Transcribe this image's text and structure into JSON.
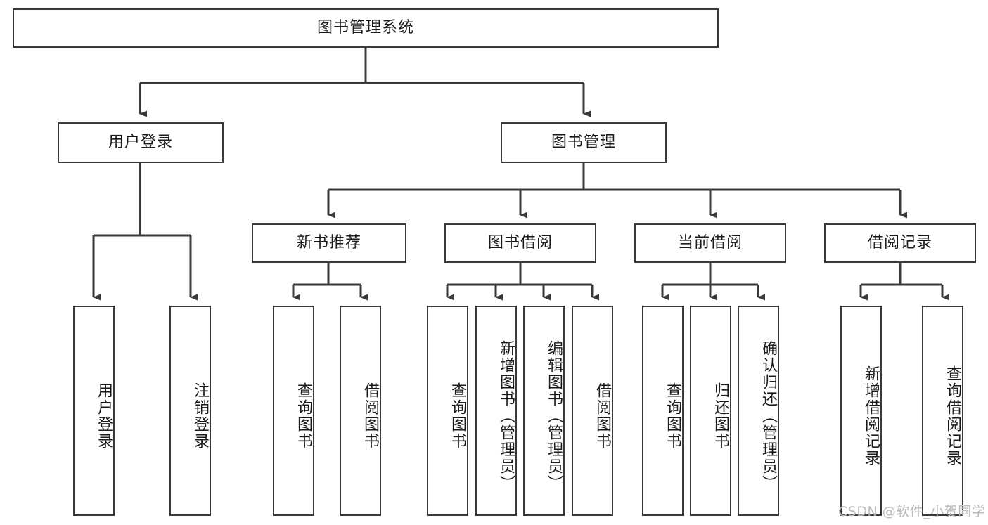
{
  "diagram": {
    "title": "图书管理系统",
    "watermark": "CSDN @软件_小贺同学",
    "root": {
      "label": "图书管理系统"
    },
    "level1": [
      {
        "label": "用户登录"
      },
      {
        "label": "图书管理"
      }
    ],
    "level2": [
      {
        "label": "新书推荐"
      },
      {
        "label": "图书借阅"
      },
      {
        "label": "当前借阅"
      },
      {
        "label": "借阅记录"
      }
    ],
    "leaves": {
      "user_login": [
        {
          "label": "用户登录"
        },
        {
          "label": "注销登录"
        }
      ],
      "new_book": [
        {
          "label": "查询图书"
        },
        {
          "label": "借阅图书"
        }
      ],
      "book_borrow": [
        {
          "label": "查询图书"
        },
        {
          "label": "新增图书（管理员）"
        },
        {
          "label": "编辑图书（管理员）"
        },
        {
          "label": "借阅图书"
        }
      ],
      "current_borrow": [
        {
          "label": "查询图书"
        },
        {
          "label": "归还图书"
        },
        {
          "label": "确认归还（管理员）"
        }
      ],
      "borrow_record": [
        {
          "label": "新增借阅记录"
        },
        {
          "label": "查询借阅记录"
        }
      ]
    },
    "colors": {
      "stroke": "#3a3a3a",
      "background": "#ffffff",
      "text": "#1a1a1a",
      "watermark": "#b9b9b9"
    }
  }
}
